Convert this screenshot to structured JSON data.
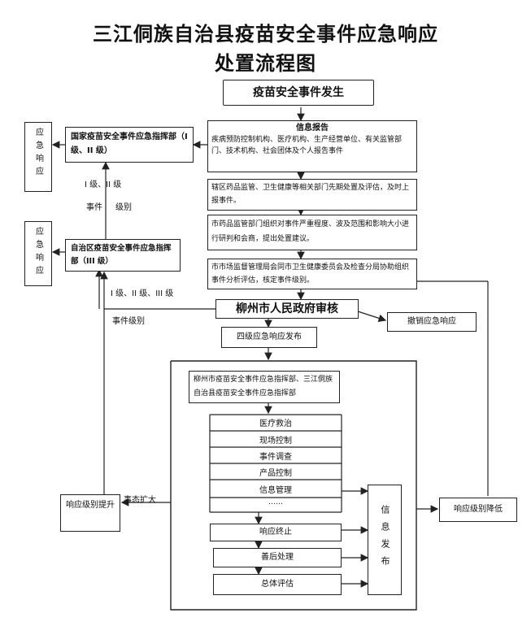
{
  "title_line1": "三江侗族自治县疫苗安全事件应急响应",
  "title_line2": "处置流程图",
  "start": "疫苗安全事件发生",
  "info_report": {
    "heading": "信息报告",
    "body": "疾病预防控制机构、医疗机构、生产经营单位、有关监管部门、技术机构、社会团体及个人报告事件"
  },
  "step_county": "辖区药品监管、卫生健康等相关部门先期处置及评估，及时上报事件。",
  "step_city_fda": "市药品监管部门组织对事件严重程度、波及范围和影响大小进行研判和会商，提出处置建议。",
  "step_city_market": "市市场监督管理局会同市卫生健康委员会及检查分局协助组织事件分析评估，核定事件级别。",
  "gov_review": "柳州市人民政府审核",
  "cancel_response": "撤销应急响应",
  "level4_release": "四级应急响应发布",
  "national_hq": "国家疫苗安全事件应急指挥部（I 级、II 级）",
  "national_response": "应急响应",
  "national_label_a": "I 级、II 级",
  "national_label_b1": "事件",
  "national_label_b2": "级别",
  "regional_hq": "自治区疫苗安全事件应急指挥部（III 级）",
  "regional_response": "应急响应",
  "regional_label_a": "I 级、II 级、III 级",
  "regional_label_b": "事件级别",
  "command_hq": "柳州市疫苗安全事件应急指挥部、三江侗族自治县疫苗安全事件应急指挥部",
  "actions": [
    "医疗救治",
    "现场控制",
    "事件调查",
    "产品控制",
    "信息管理",
    "……"
  ],
  "response_end": "响应终止",
  "aftermath": "善后处理",
  "overall_eval": "总体评估",
  "info_release": "信息发布",
  "level_up": "响应级别提升",
  "situation_expand": "事态扩大",
  "level_down": "响应级别降低"
}
